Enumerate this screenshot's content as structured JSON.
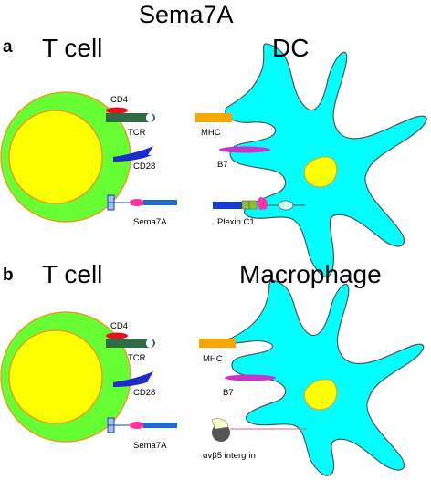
{
  "figure": {
    "title": "Sema7A",
    "panels": [
      {
        "label": "a",
        "left_cell": "T cell",
        "right_cell": "DC",
        "molecules": {
          "cd4": "CD4",
          "tcr": "TCR",
          "cd28": "CD28",
          "sema7a": "Sema7A",
          "mhc": "MHC",
          "b7": "B7",
          "receptor": "Plexin  C1"
        }
      },
      {
        "label": "b",
        "left_cell": "T cell",
        "right_cell": "Macrophage",
        "molecules": {
          "cd4": "CD4",
          "tcr": "TCR",
          "cd28": "CD28",
          "sema7a": "Sema7A",
          "mhc": "MHC",
          "b7": "B7",
          "receptor": "αvβ5 intergrin"
        }
      }
    ],
    "colors": {
      "t_cell_cytoplasm": "#66ff33",
      "t_cell_nucleus": "#ffff00",
      "cell_outline": "#e8a020",
      "apc_body": "#00ffff",
      "apc_outline": "#555555",
      "apc_nucleus": "#ffff00",
      "cd4": "#e8101c",
      "tcr": "#2f6b44",
      "cd28": "#1f2ccc",
      "sema7a_ball": "#ff3399",
      "sema7a_stalk": "#1a6bd6",
      "sema7a_anchor": "#9ec3e6",
      "mhc": "#f5a800",
      "b7": "#cc33cc",
      "plexin_bar": "#1a3ad6",
      "plexin_squares": "#8cbf3f",
      "plexin_pink": "#ff33aa",
      "plexin_oval": "#ccffee",
      "integrin_body": "#555555",
      "integrin_head": "#ffffcc",
      "integrin_line": "#cc6699"
    }
  }
}
